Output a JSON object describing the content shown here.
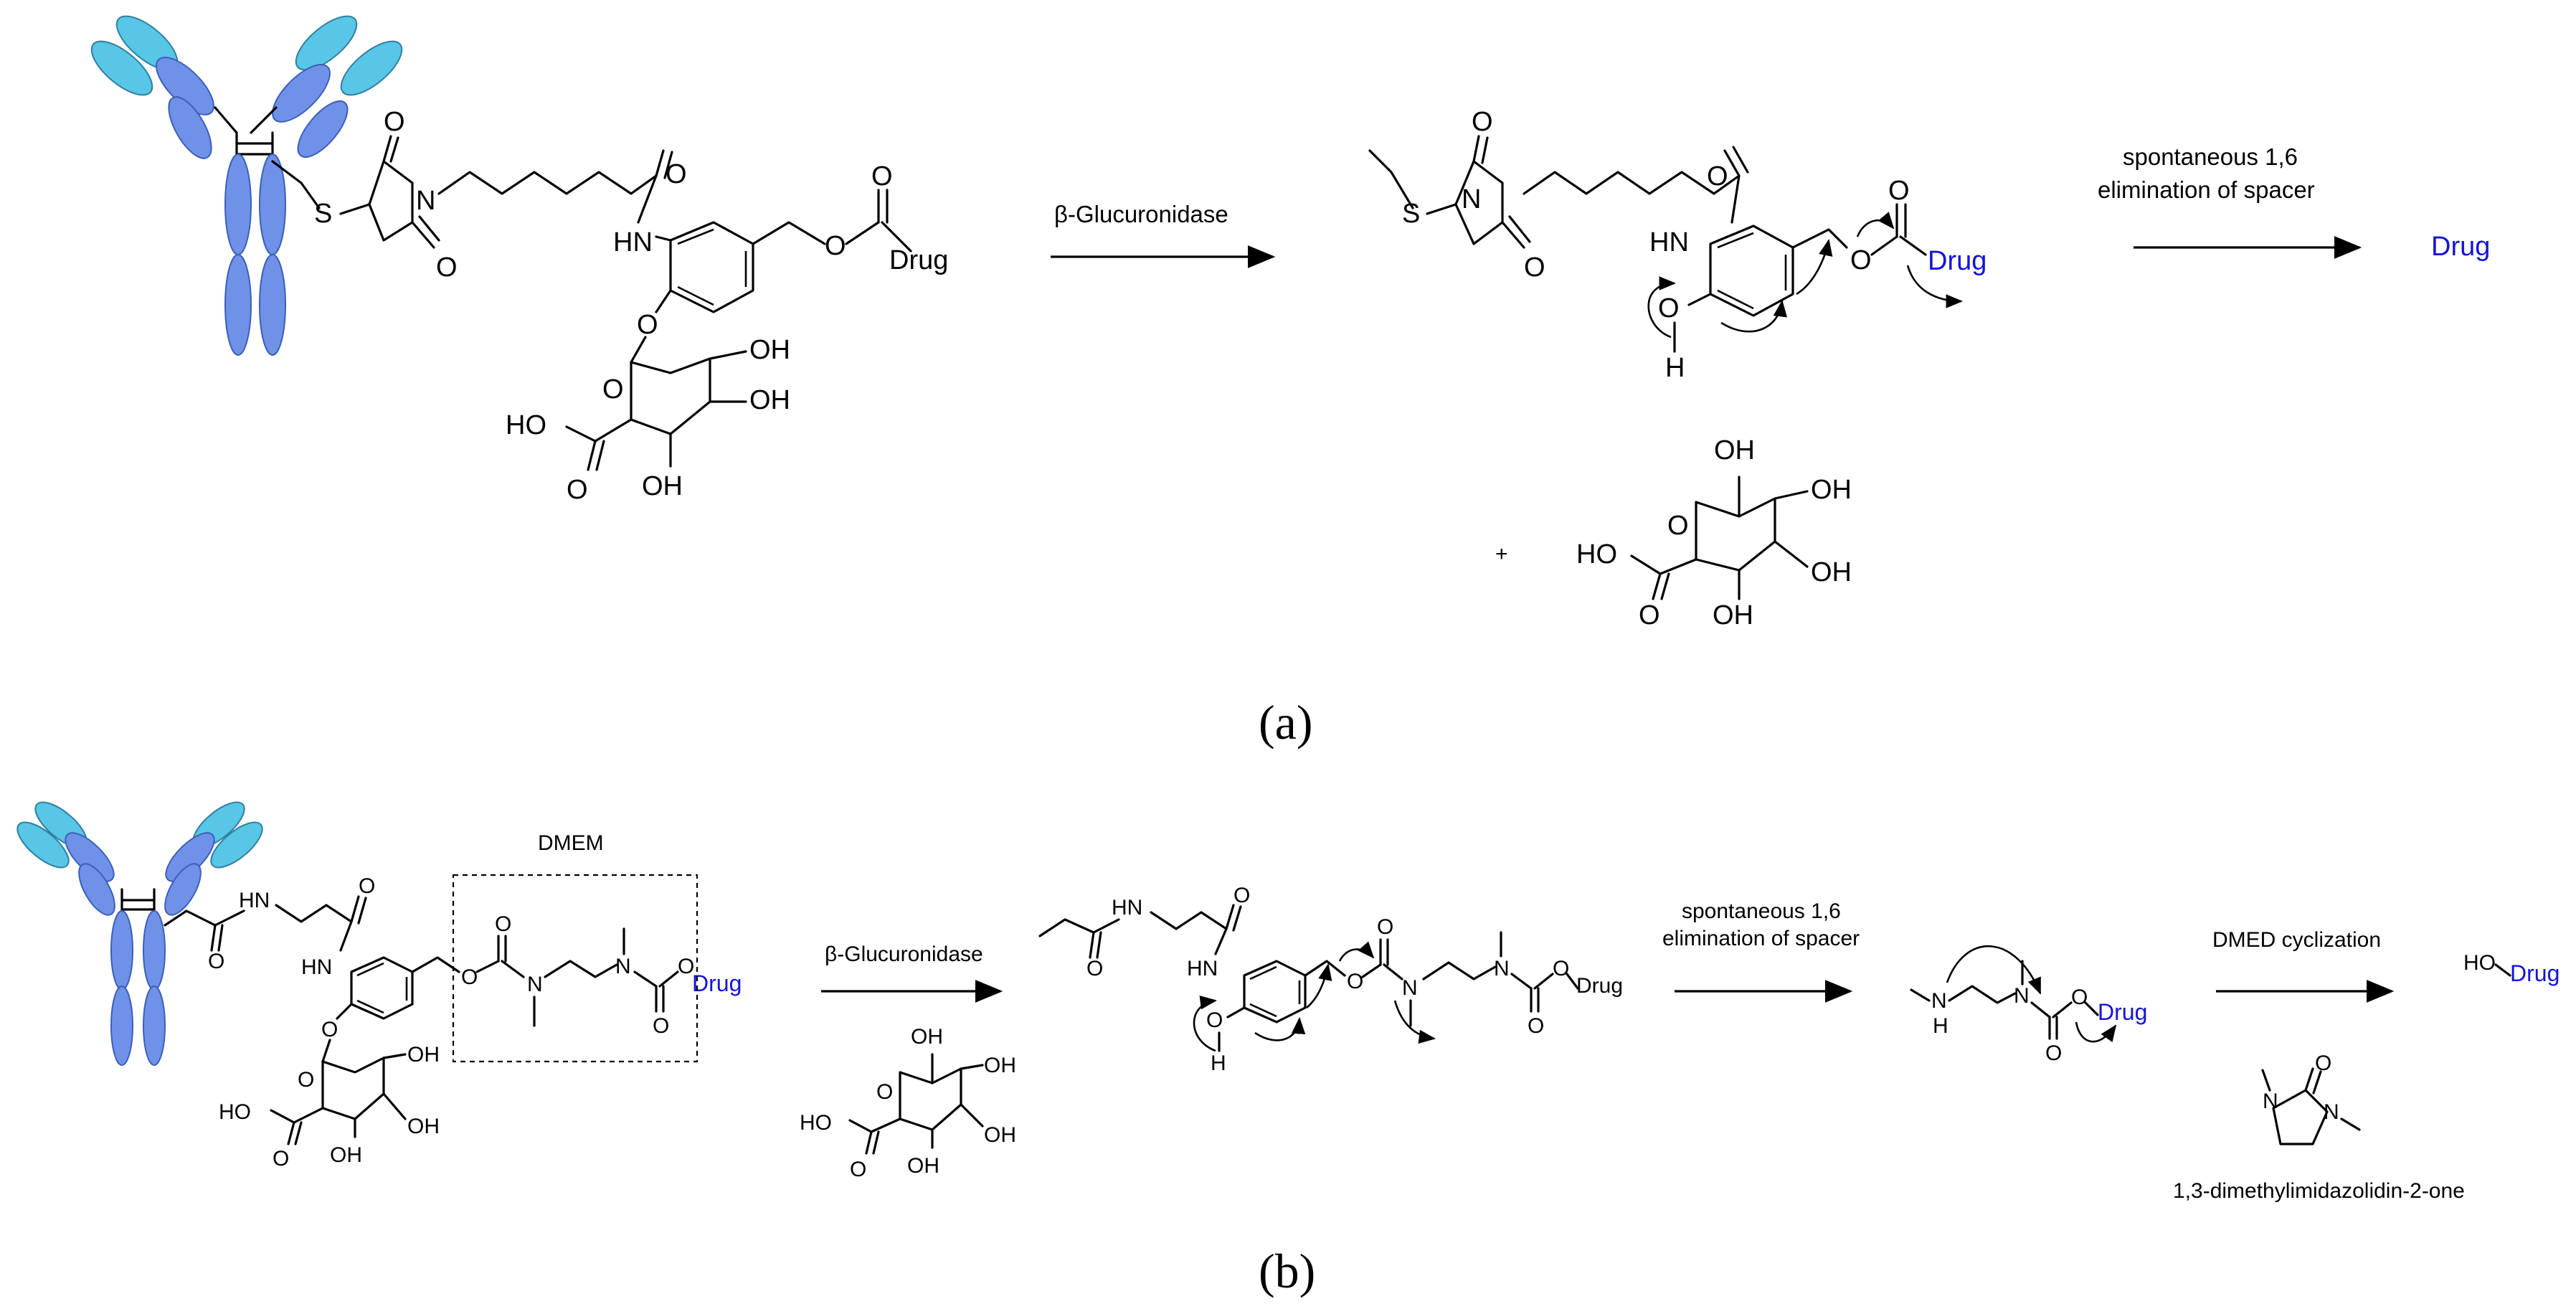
{
  "panel_a": {
    "caption": "(a)",
    "enzyme_label": "β-Glucuronidase",
    "step2_line1": "spontaneous 1,6",
    "step2_line2": "elimination of spacer",
    "drug_product": "Drug",
    "plus": "+",
    "atoms": {
      "drug": "Drug",
      "S": "S",
      "N": "N",
      "O": "O",
      "HN": "HN",
      "OH": "OH",
      "HO": "HO",
      "H": "H"
    }
  },
  "panel_b": {
    "caption": "(b)",
    "box_label": "DMEM",
    "enzyme_label": "β-Glucuronidase",
    "step2_line1": "spontaneous 1,6",
    "step2_line2": "elimination of spacer",
    "step3_label": "DMED cyclization",
    "product_drug": "Drug",
    "product_ho": "HO",
    "cyclic_urea_name": "1,3-dimethylimidazolidin-2-one",
    "atoms": {
      "drug": "Drug",
      "N": "N",
      "O": "O",
      "HN": "HN",
      "H": "H",
      "OH": "OH",
      "HO": "HO"
    }
  },
  "colors": {
    "drug_text": "#1414d6",
    "antibody_light": "#58c6e6",
    "antibody_dark": "#6f91e8"
  }
}
